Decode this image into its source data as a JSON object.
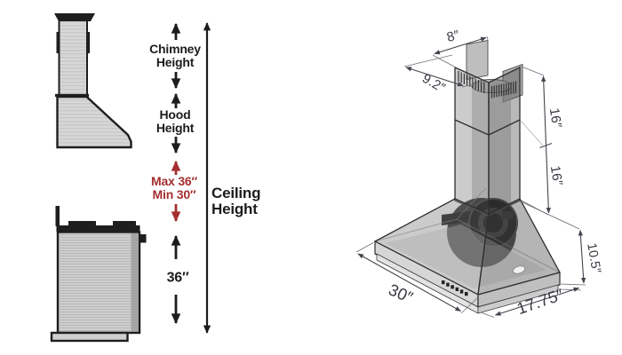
{
  "palette": {
    "background": "#ffffff",
    "ink": "#1c1c1c",
    "accent_red": "#a32f2f",
    "dimension_ink": "#3a3a44",
    "steel_fill": "#dcdcdc"
  },
  "installation_guide": {
    "chimney_height": "Chimney\nHeight",
    "hood_height": "Hood\nHeight",
    "mounting_range": "Max 36″\nMin 30″",
    "hood_to_range": "36″",
    "ceiling_height": "Ceiling\nHeight"
  },
  "product_dimensions": {
    "chimney_top_width": "8″",
    "chimney_top_depth": "9.2″",
    "upper_chimney": "16″",
    "lower_chimney": "16″",
    "hood_body_height": "10.5″",
    "hood_width": "30″",
    "hood_depth": "17.75″"
  }
}
